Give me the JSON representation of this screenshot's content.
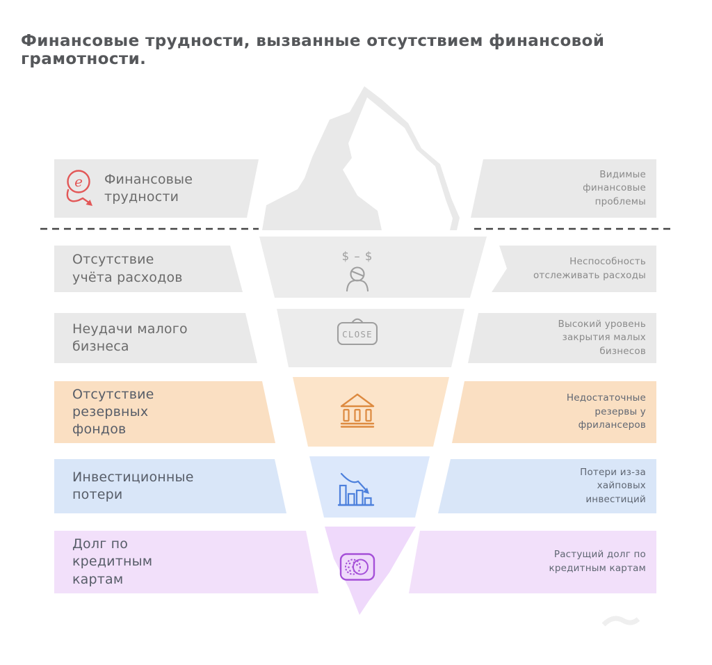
{
  "title": "Финансовые трудности, вызванные отсутствием финансовой грамотности.",
  "rows": [
    {
      "level": "above-water",
      "theme": "gray",
      "icon": "ruble-decline-icon",
      "left": "Финансовые\nтрудности",
      "right": "Видимые\nфинансовые\nпроблемы"
    },
    {
      "level": "below-water",
      "theme": "gray",
      "icon": "confused-person-money-icon",
      "left": "Отсутствие\nучёта расходов",
      "right": "Неспособность\nотслеживать расходы"
    },
    {
      "level": "below-water",
      "theme": "gray",
      "icon": "close-sign-icon",
      "left": "Неудачи малого\nбизнеса",
      "right": "Высокий уровень\nзакрытия малых\nбизнесов"
    },
    {
      "level": "below-water",
      "theme": "orange",
      "icon": "bank-icon",
      "left": "Отсутствие\nрезервных\nфондов",
      "right": "Недостаточные\nрезервы у\nфрилансеров"
    },
    {
      "level": "below-water",
      "theme": "blue",
      "icon": "declining-chart-icon",
      "left": "Инвестиционные\nпотери",
      "right": "Потери из-за\nхайповых\nинвестиций"
    },
    {
      "level": "below-water",
      "theme": "purple",
      "icon": "credit-card-icon",
      "left": "Долг по\nкредитным\nкартам",
      "right": "Растущий долг по\nкредитным картам"
    }
  ],
  "icons": {
    "close_sign_text": "CLOSE",
    "money_confusion_text": "$ – $",
    "currency_symbol": "е"
  },
  "colors": {
    "gray_block": "#e9e9e9",
    "gray_band": "#ececec",
    "orange_block": "#fadfc2",
    "orange_band": "#fce4c9",
    "orange_icon": "#dd8a40",
    "blue_block": "#d9e6f8",
    "blue_band": "#dce8fb",
    "blue_icon": "#4d80dc",
    "purple_block": "#f2e0fa",
    "purple_band": "#efd9fb",
    "purple_icon": "#a550d8",
    "red_icon": "#e25757",
    "gray_icon": "#9e9e9e",
    "title_text": "#55575a",
    "waterline": "#454545"
  }
}
